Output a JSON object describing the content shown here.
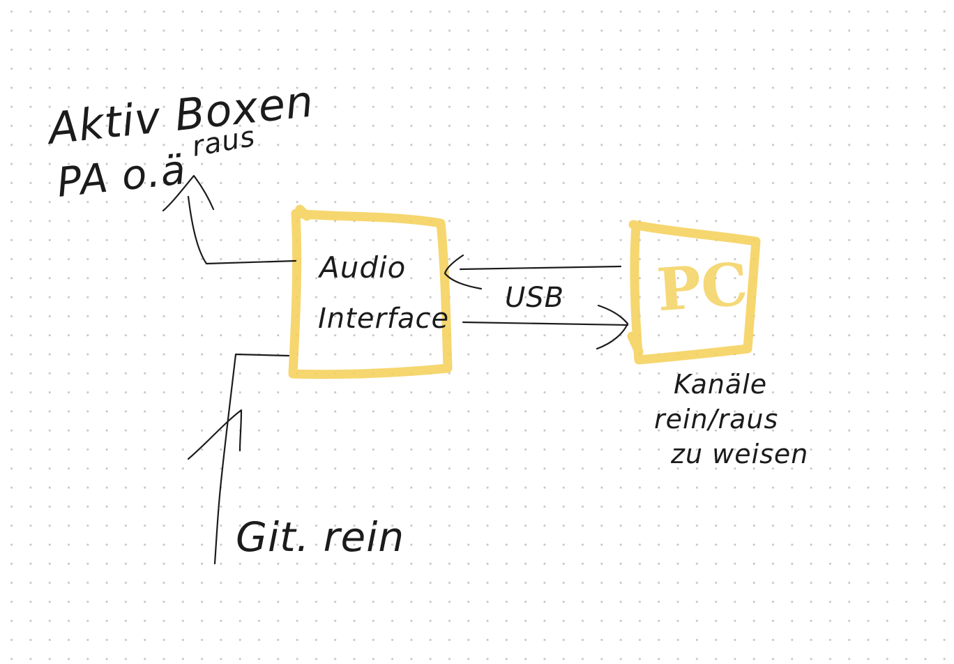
{
  "note": {
    "top_left_label": {
      "line1": "Aktiv Boxen",
      "line2": "PA o.ä",
      "line2_suffix": "raus"
    },
    "audio_interface": {
      "line1": "Audio",
      "line2": "Interface"
    },
    "usb_label": "USB",
    "pc_label": "PC",
    "pc_caption": {
      "line1": "Kanäle",
      "line2": "rein/raus",
      "line3": "zu weisen"
    },
    "guitar_label": "Git. rein"
  },
  "colors": {
    "ink": "#1b1b1b",
    "highlighter": "#f4cf55",
    "dot_grid": "#c6c6c6",
    "paper": "#ffffff"
  }
}
